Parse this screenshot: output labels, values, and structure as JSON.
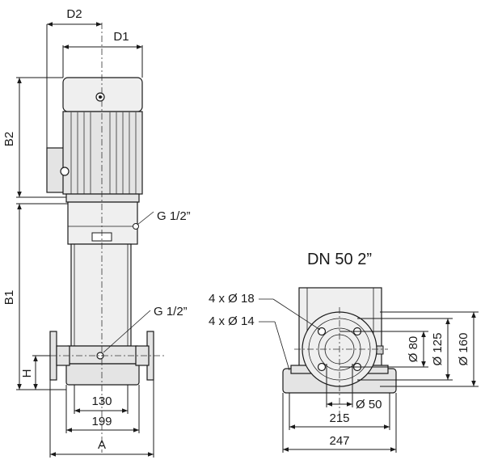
{
  "front_view": {
    "dim_d2": "D2",
    "dim_d1": "D1",
    "dim_b2": "B2",
    "dim_b1": "B1",
    "dim_h": "H",
    "dim_a": "A",
    "dim_130": "130",
    "dim_199": "199",
    "port_upper": "G 1/2”",
    "port_lower": "G 1/2”"
  },
  "flange_view": {
    "title": "DN 50 2”",
    "holes_18": "4 x Ø 18",
    "holes_14": "4 x Ø 14",
    "dia_80": "Ø 80",
    "dia_125": "Ø 125",
    "dia_160": "Ø 160",
    "dia_50": "Ø 50",
    "dim_215": "215",
    "dim_247": "247"
  }
}
